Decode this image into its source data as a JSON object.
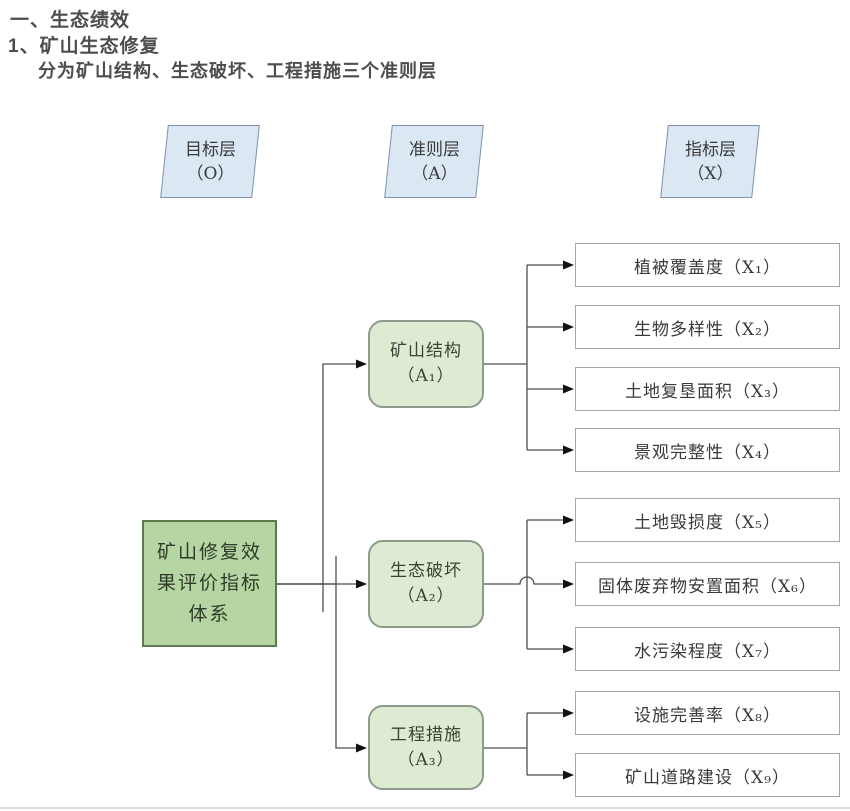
{
  "page": {
    "heading1": "一、生态绩效",
    "heading2": "1、矿山生态修复",
    "heading3": "分为矿山结构、生态破坏、工程措施三个准则层"
  },
  "diagram": {
    "layers": [
      {
        "label": "目标层",
        "code": "（O）"
      },
      {
        "label": "准则层",
        "code": "（A）"
      },
      {
        "label": "指标层",
        "code": "（X）"
      }
    ],
    "goal": {
      "label": "矿山修复效果评价指标体系"
    },
    "criteria": [
      {
        "label": "矿山结构",
        "code": "（A₁）"
      },
      {
        "label": "生态破坏",
        "code": "（A₂）"
      },
      {
        "label": "工程措施",
        "code": "（A₃）"
      }
    ],
    "indicators": [
      {
        "label": "植被覆盖度（X₁）",
        "parent": "A1"
      },
      {
        "label": "生物多样性（X₂）",
        "parent": "A1"
      },
      {
        "label": "土地复垦面积（X₃）",
        "parent": "A1"
      },
      {
        "label": "景观完整性（X₄）",
        "parent": "A1"
      },
      {
        "label": "土地毁损度（X₅）",
        "parent": "A2"
      },
      {
        "label": "固体废弃物安置面积（X₆）",
        "parent": "A2"
      },
      {
        "label": "水污染程度（X₇）",
        "parent": "A2"
      },
      {
        "label": "设施完善率（X₈）",
        "parent": "A3"
      },
      {
        "label": "矿山道路建设（X₉）",
        "parent": "A3"
      }
    ],
    "colors": {
      "heading": "#4d4d4d",
      "text": "#333333",
      "layer_fill": "#dbe8f4",
      "layer_border": "#8093a8",
      "goal_fill": "#b5d6a3",
      "goal_border": "#60784e",
      "criteria_fill": "#dcebd2",
      "criteria_border": "#8f9a8f",
      "indicator_fill": "#ffffff",
      "indicator_border": "#a6a6a6",
      "line": "#4d4d4d",
      "arrow": "#111111"
    }
  }
}
